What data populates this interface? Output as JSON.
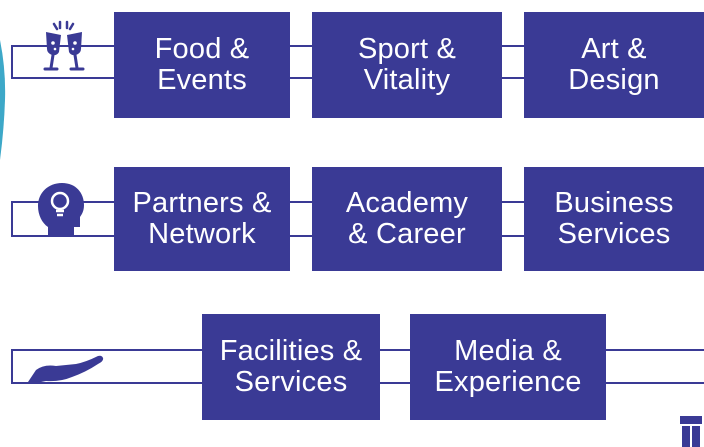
{
  "colors": {
    "box_fill": "#3a3a95",
    "line": "#3a3a95",
    "text": "#ffffff",
    "edge_accent": "#3da8c8"
  },
  "rows": [
    {
      "icon": "champagne-glasses-icon",
      "items": [
        {
          "line1": "Food &",
          "line2": "Events"
        },
        {
          "line1": "Sport &",
          "line2": "Vitality"
        },
        {
          "line1": "Art &",
          "line2": "Design"
        }
      ]
    },
    {
      "icon": "head-lightbulb-icon",
      "items": [
        {
          "line1": "Partners &",
          "line2": "Network"
        },
        {
          "line1": "Academy",
          "line2": "& Career"
        },
        {
          "line1": "Business",
          "line2": "Services"
        }
      ]
    },
    {
      "icon": "helping-hand-icon",
      "items": [
        {
          "line1": "Facilities &",
          "line2": "Services"
        },
        {
          "line1": "Media &",
          "line2": "Experience"
        }
      ]
    }
  ],
  "corner_logo_icon": "logo-icon"
}
